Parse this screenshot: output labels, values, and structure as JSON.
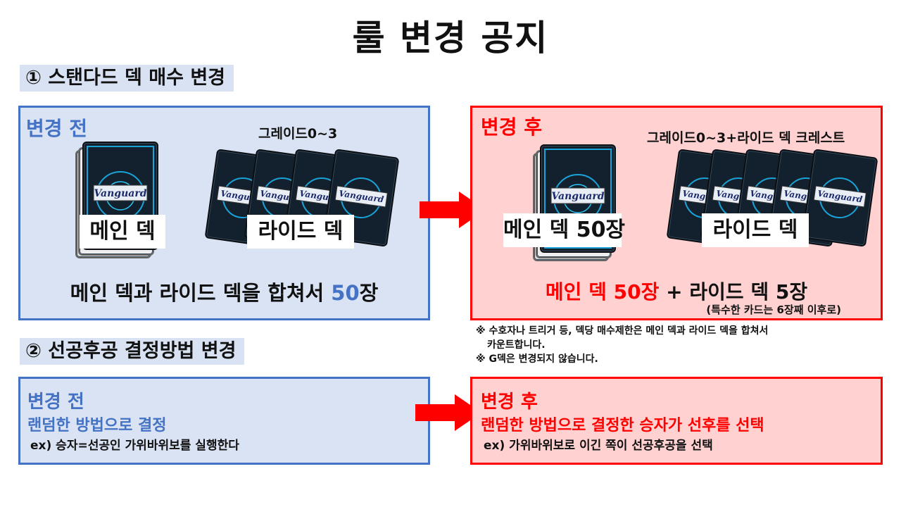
{
  "title": "룰 변경 공지",
  "section1": {
    "heading": "① 스탠다드 덱 매수 변경",
    "before": {
      "label": "변경 전",
      "grade_caption": "그레이드0~3",
      "main_deck_label": "메인 덱",
      "ride_deck_label": "라이드 덱",
      "summary_prefix": "메인 덱과 라이드 덱을 합쳐서 ",
      "summary_number": "50",
      "summary_suffix": "장"
    },
    "after": {
      "label": "변경 후",
      "grade_caption": "그레이드0~3+라이드 덱 크레스트",
      "main_deck_label": "메인 덱 50장",
      "ride_deck_label": "라이드 덱",
      "summary_main": "메인 덱 ",
      "summary_main_num": "50장",
      "summary_plus": " + 라이드 덱 5장",
      "summary_sub": "(특수한 카드는 6장째 이후로)"
    },
    "notes": [
      "※ 수호자나 트리거 등, 덱당 매수제한은 메인 덱과 라이드 덱을 합쳐서",
      "카운트합니다.",
      "※ G덱은 변경되지 않습니다."
    ]
  },
  "section2": {
    "heading": "② 선공후공 결정방법 변경",
    "before": {
      "label": "변경 전",
      "line1": "랜덤한 방법으로 결정",
      "line2": "ex) 승자=선공인 가위바위보를 실행한다"
    },
    "after": {
      "label": "변경 후",
      "line1": "랜덤한 방법으로 결정한 승자가 선후를 선택",
      "line2": "ex) 가위바위보로 이긴 쪽이 선공후공을 선택"
    }
  },
  "colors": {
    "blue": "#4472c4",
    "red": "#ff0000",
    "before_fill": "#dae3f3",
    "after_fill": "#ffd1d1"
  },
  "icons": {
    "card_back": "vanguard-card-back-icon",
    "arrow": "right-arrow-icon"
  }
}
